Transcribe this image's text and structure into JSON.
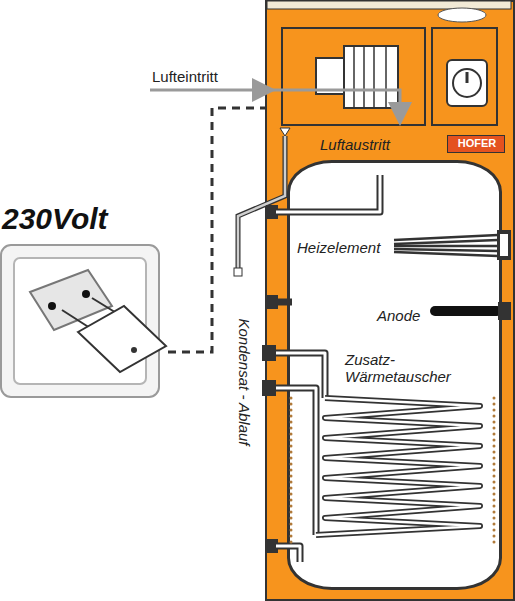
{
  "diagram": {
    "nodes": [
      {
        "text": [
          "230Volt"
        ]
      },
      {
        "text": [
          "Luftaustritt"
        ]
      },
      {
        "text": [
          "HOFER"
        ],
        "in": 1
      },
      {
        "text": [
          "Heizelement",
          "Anode",
          "Zusatz-Wärmetauscher"
        ],
        "in": 1
      }
    ],
    "edges": [
      {
        "from": 0,
        "to": 1,
        "arrow": "none"
      }
    ],
    "labels": [
      "Lufteintritt",
      "Kondensat - Ablauf"
    ]
  }
}
